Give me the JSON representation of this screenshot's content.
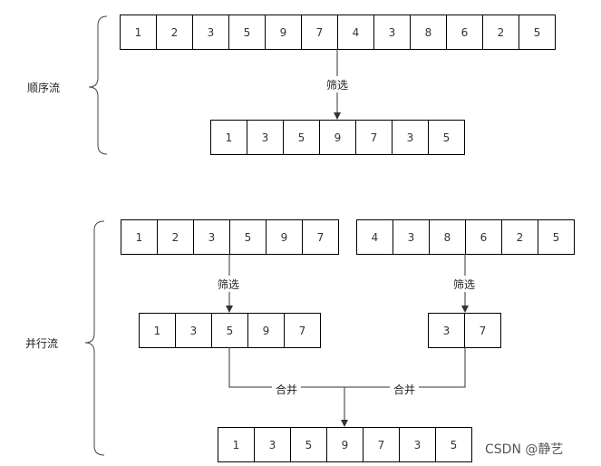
{
  "sequential": {
    "label": "顺序流",
    "input": [
      "1",
      "2",
      "3",
      "5",
      "9",
      "7",
      "4",
      "3",
      "8",
      "6",
      "2",
      "5"
    ],
    "filter_label": "筛选",
    "output": [
      "1",
      "3",
      "5",
      "9",
      "7",
      "3",
      "5"
    ]
  },
  "parallel": {
    "label": "并行流",
    "chunk_left": [
      "1",
      "2",
      "3",
      "5",
      "9",
      "7"
    ],
    "chunk_right": [
      "4",
      "3",
      "8",
      "6",
      "2",
      "5"
    ],
    "filter_left_label": "筛选",
    "filter_right_label": "筛选",
    "filtered_left": [
      "1",
      "3",
      "5",
      "9",
      "7"
    ],
    "filtered_right": [
      "3",
      "7"
    ],
    "merge_left_label": "合并",
    "merge_right_label": "合并",
    "output": [
      "1",
      "3",
      "5",
      "9",
      "7",
      "3",
      "5"
    ]
  },
  "watermark": "CSDN @静艺"
}
